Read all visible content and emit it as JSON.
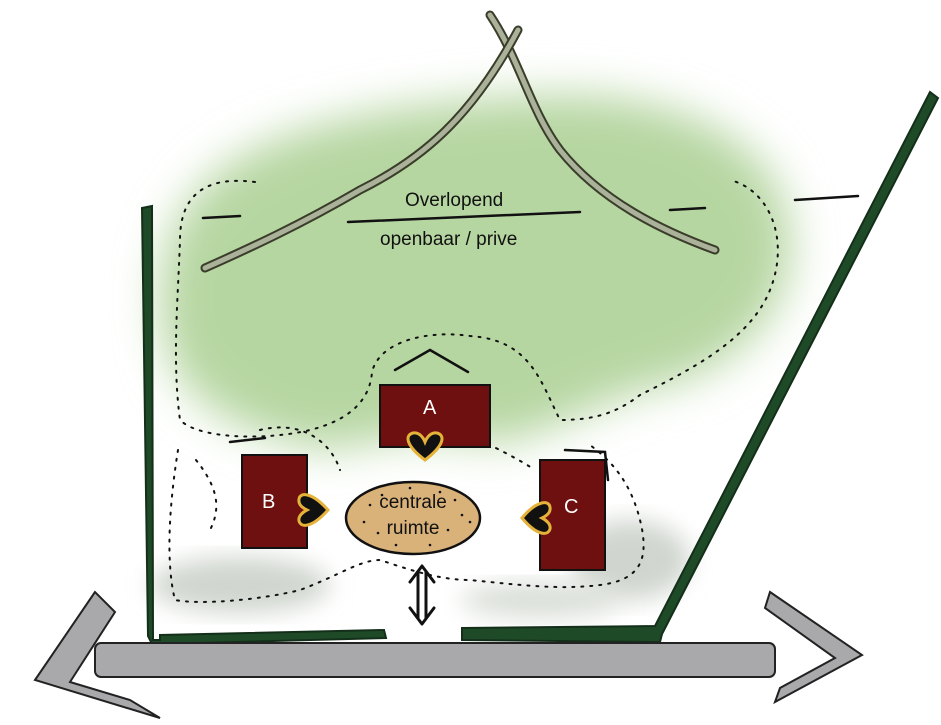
{
  "colors": {
    "background": "#ffffff",
    "shared_zone": "#b9d8a6",
    "wall": "#1f4a28",
    "road": "#a7a7aa",
    "house": "#6e0f10",
    "central_space": "#d9b27a",
    "entry_accent": "#e6b33a",
    "path_lines": "#8b9178"
  },
  "labels": {
    "top_line1": "Overlopend",
    "top_line2": "openbaar / prive",
    "house_a": "A",
    "house_b": "B",
    "house_c": "C",
    "center_line1": "centrale",
    "center_line2": "ruimte"
  },
  "icons": {
    "access": "double-arrow-vertical-icon",
    "road_left": "arrowhead-left-icon",
    "road_right": "arrowhead-right-icon",
    "entry": "heart-entry-icon"
  }
}
